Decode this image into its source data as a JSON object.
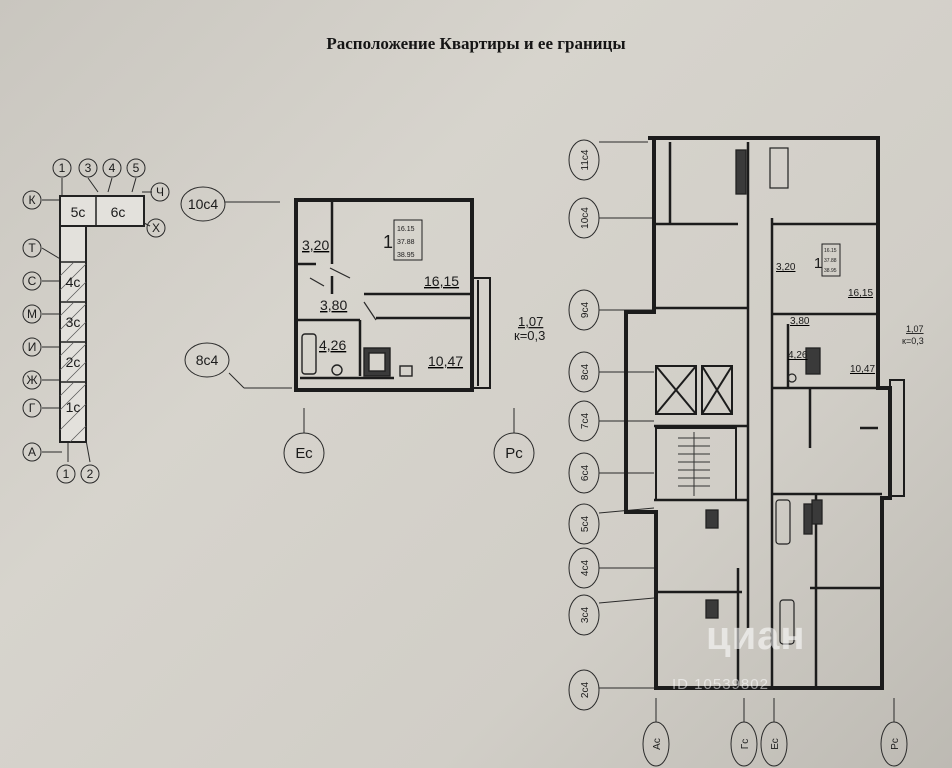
{
  "title": "Расположение  Квартиры и ее границы",
  "key_plan": {
    "top_axes": [
      "1",
      "3",
      "4",
      "5"
    ],
    "bottom_axes": [
      "1",
      "2"
    ],
    "left_axes": [
      "К",
      "Т",
      "С",
      "М",
      "И",
      "Ж",
      "Г",
      "А"
    ],
    "right_axes": [
      "Ч",
      "Х"
    ],
    "sections": [
      "5с",
      "6с",
      "4с",
      "3с",
      "2с",
      "1с"
    ]
  },
  "apartment_plan": {
    "axis_top": "10с4",
    "axis_bottom": "8с4",
    "axis_left": "Ес",
    "axis_right": "Рс",
    "room_count": "1",
    "areas_box": [
      "16.15",
      "37.88",
      "38.95"
    ],
    "rooms": [
      "3,20",
      "16,15",
      "3,80",
      "4,26",
      "10,47"
    ],
    "balcony": [
      "1,07",
      "к=0,3"
    ]
  },
  "floor_plan": {
    "left_axes": [
      "11с4",
      "10с4",
      "9с4",
      "8с4",
      "7с4",
      "6с4",
      "5с4",
      "4с4",
      "3с4",
      "2с4"
    ],
    "bottom_axes": [
      "Ас",
      "Гс",
      "Ес",
      "Рс"
    ],
    "room_count": "1",
    "areas_box": [
      "16.15",
      "37.88",
      "38.95"
    ],
    "rooms": [
      "3,20",
      "16,15",
      "3,80",
      "4,26",
      "10,47"
    ],
    "balcony": [
      "1,07",
      "к=0,3"
    ]
  },
  "watermark": {
    "logo": "циан",
    "id": "ID 10539802"
  }
}
